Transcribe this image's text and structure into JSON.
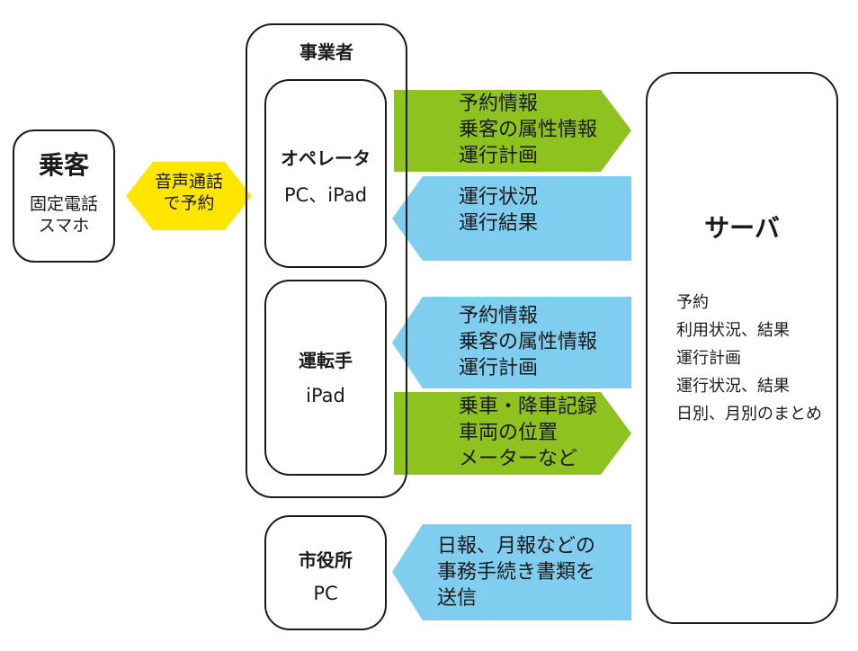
{
  "passenger": {
    "title": "乗客",
    "lines": [
      "固定電話",
      "スマホ"
    ]
  },
  "voice_arrow": {
    "lines": [
      "音声通話",
      "で予約"
    ],
    "color": "#ffe600"
  },
  "operator_group": {
    "title": "事業者"
  },
  "operator": {
    "title": "オペレータ",
    "device": "PC、iPad"
  },
  "driver": {
    "title": "運転手",
    "device": "iPad"
  },
  "city_office": {
    "title": "市役所",
    "device": "PC"
  },
  "server": {
    "title": "サーバ",
    "items": [
      "予約",
      "利用状況、結果",
      "運行計画",
      "運行状況、結果",
      "日別、月別のまとめ"
    ]
  },
  "flows": [
    {
      "direction": "to-server",
      "lines": [
        "予約情報",
        "乗客の属性情報",
        "運行計画"
      ]
    },
    {
      "direction": "to-operator",
      "lines": [
        "運行状況",
        "運行結果"
      ]
    },
    {
      "direction": "to-driver",
      "lines": [
        "予約情報",
        "乗客の属性情報",
        "運行計画"
      ]
    },
    {
      "direction": "to-server",
      "lines": [
        "乗車・降車記録",
        "車両の位置",
        "メーターなど"
      ]
    },
    {
      "direction": "to-city-office",
      "lines": [
        "日報、月報などの",
        "事務手続き書類を",
        "送信"
      ]
    }
  ],
  "colors": {
    "green_arrow": "#8dc21f",
    "blue_arrow": "#7fcdef",
    "yellow_arrow": "#ffe600",
    "border": "#1a1a1a"
  }
}
